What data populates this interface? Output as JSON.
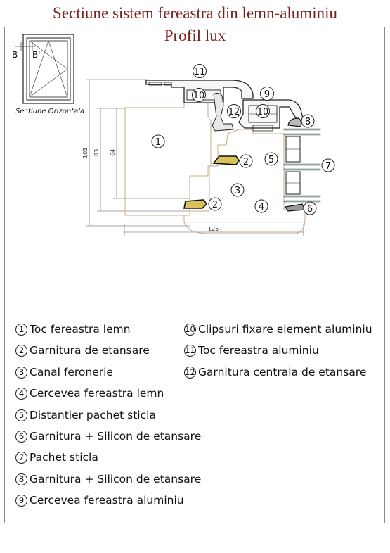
{
  "title": {
    "line1": "Sectiune sistem fereastra din lemn-aluminiu",
    "line2": "Profil lux"
  },
  "thumbnail": {
    "caption": "Sectiune Orizontala",
    "label_b": "B",
    "label_b_prime": "B'"
  },
  "dimensions": {
    "d103": "103",
    "d83": "83",
    "d64": "64",
    "d125": "125"
  },
  "markers": {
    "m1": "1",
    "m2": "2",
    "m3": "3",
    "m4": "4",
    "m5": "5",
    "m6": "6",
    "m7": "7",
    "m8": "8",
    "m9": "9",
    "m10": "10",
    "m11": "11",
    "m12": "12"
  },
  "legend": {
    "left": [
      {
        "num": "1",
        "label": "Toc fereastra lemn"
      },
      {
        "num": "2",
        "label": "Garnitura de etansare"
      },
      {
        "num": "3",
        "label": "Canal feronerie"
      },
      {
        "num": "4",
        "label": "Cercevea fereastra lemn"
      },
      {
        "num": "5",
        "label": "Distantier pachet sticla"
      },
      {
        "num": "6",
        "label": "Garnitura + Silicon de etansare"
      },
      {
        "num": "7",
        "label": "Pachet sticla"
      },
      {
        "num": "8",
        "label": "Garnitura + Silicon de etansare"
      },
      {
        "num": "9",
        "label": "Cercevea fereastra aluminiu"
      }
    ],
    "right": [
      {
        "num": "10",
        "label": "Clipsuri fixare element aluminiu"
      },
      {
        "num": "11",
        "label": "Toc fereastra aluminiu"
      },
      {
        "num": "12",
        "label": "Garnitura centrala de etansare"
      }
    ]
  }
}
